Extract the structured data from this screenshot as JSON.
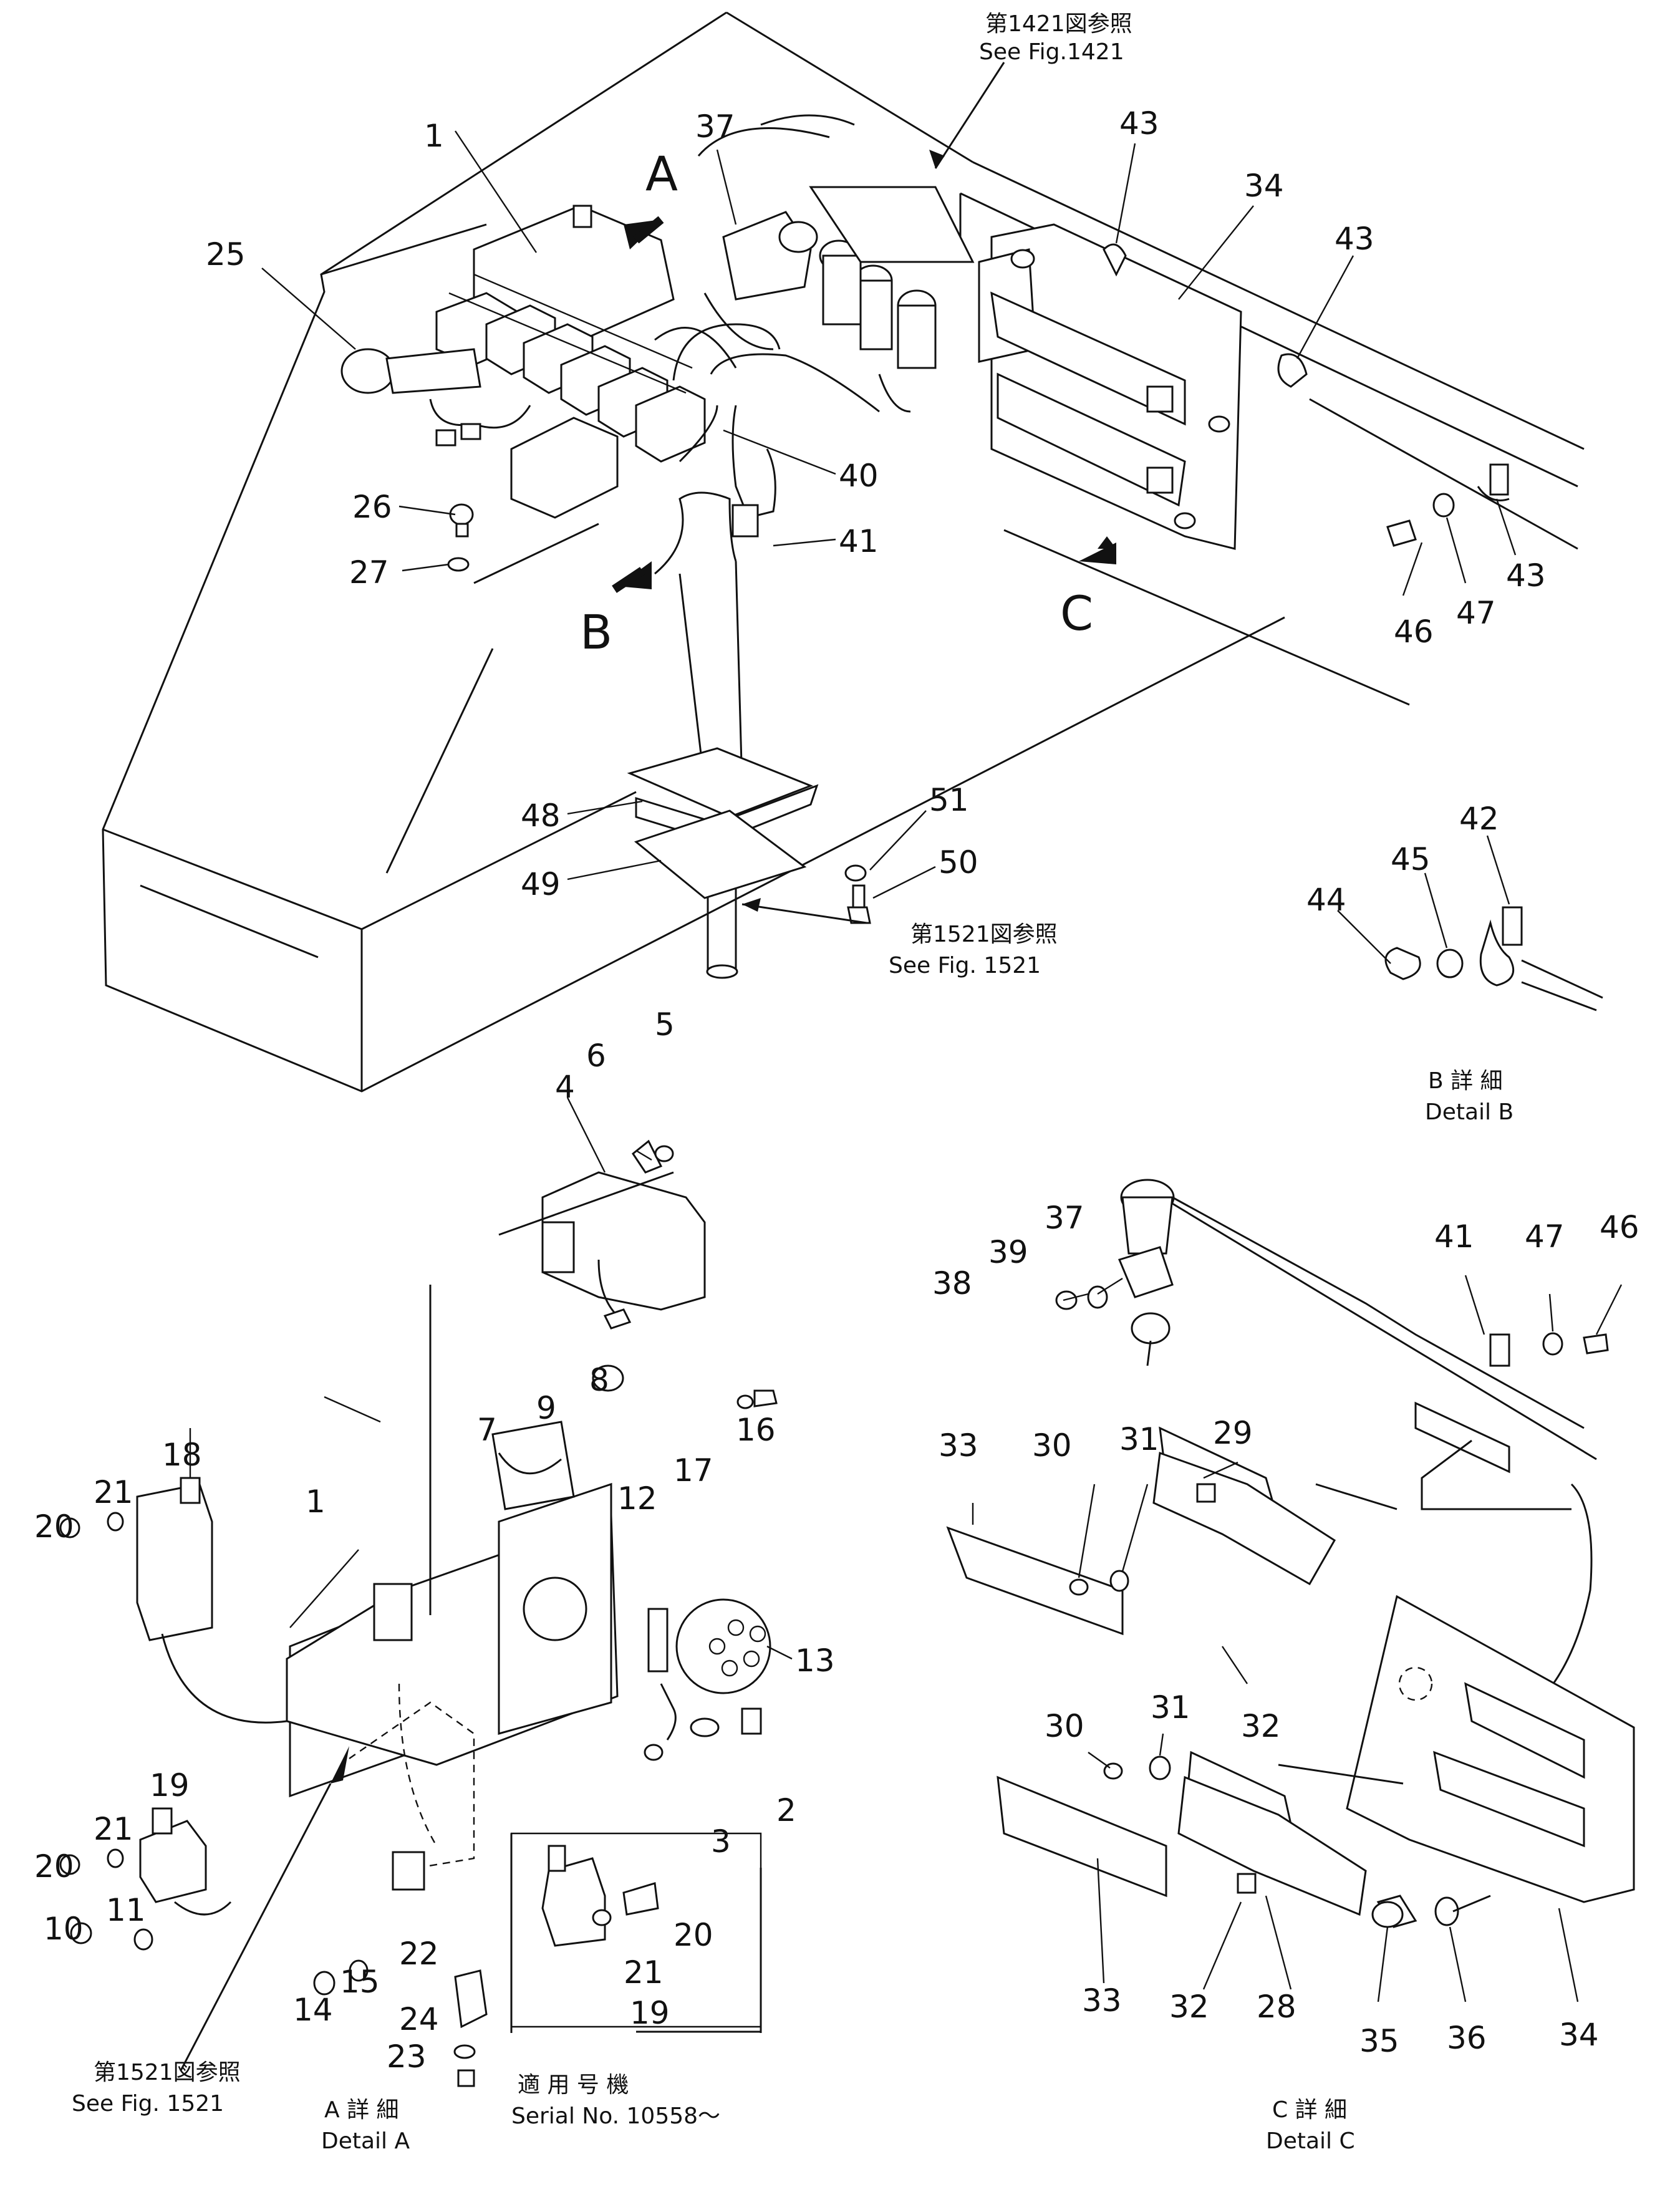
{
  "refs": {
    "fig1421": {
      "jp": "第1421図参照",
      "en": "See Fig.1421"
    },
    "fig1521_top": {
      "jp": "第1521図参照",
      "en": "See Fig. 1521"
    },
    "fig1521_bottom": {
      "jp": "第1521図参照",
      "en": "See Fig. 1521"
    }
  },
  "views": [
    "A",
    "B",
    "C"
  ],
  "details": {
    "a": {
      "jp": "A 詳 細",
      "en": "Detail A"
    },
    "b": {
      "jp": "B 詳 細",
      "en": "Detail B"
    },
    "c": {
      "jp": "C 詳 細",
      "en": "Detail C"
    },
    "serial": {
      "jp": "適 用 号 機",
      "en": "Serial No. 10558～"
    }
  },
  "callouts": {
    "main": [
      "1",
      "25",
      "37",
      "43",
      "34",
      "43",
      "26",
      "27",
      "40",
      "41",
      "46",
      "47",
      "43",
      "48",
      "49",
      "51",
      "50"
    ],
    "detail_b": [
      "42",
      "45",
      "44"
    ],
    "detail_a": [
      "4",
      "6",
      "5",
      "8",
      "9",
      "7",
      "16",
      "17",
      "12",
      "13",
      "18",
      "21",
      "20",
      "1",
      "2",
      "3",
      "19",
      "21",
      "20",
      "11",
      "10",
      "14",
      "15",
      "22",
      "24",
      "23",
      "20",
      "21",
      "19"
    ],
    "detail_c": [
      "37",
      "39",
      "38",
      "41",
      "47",
      "46",
      "33",
      "30",
      "31",
      "29",
      "32",
      "30",
      "31",
      "28",
      "32",
      "33",
      "35",
      "36",
      "34"
    ]
  }
}
